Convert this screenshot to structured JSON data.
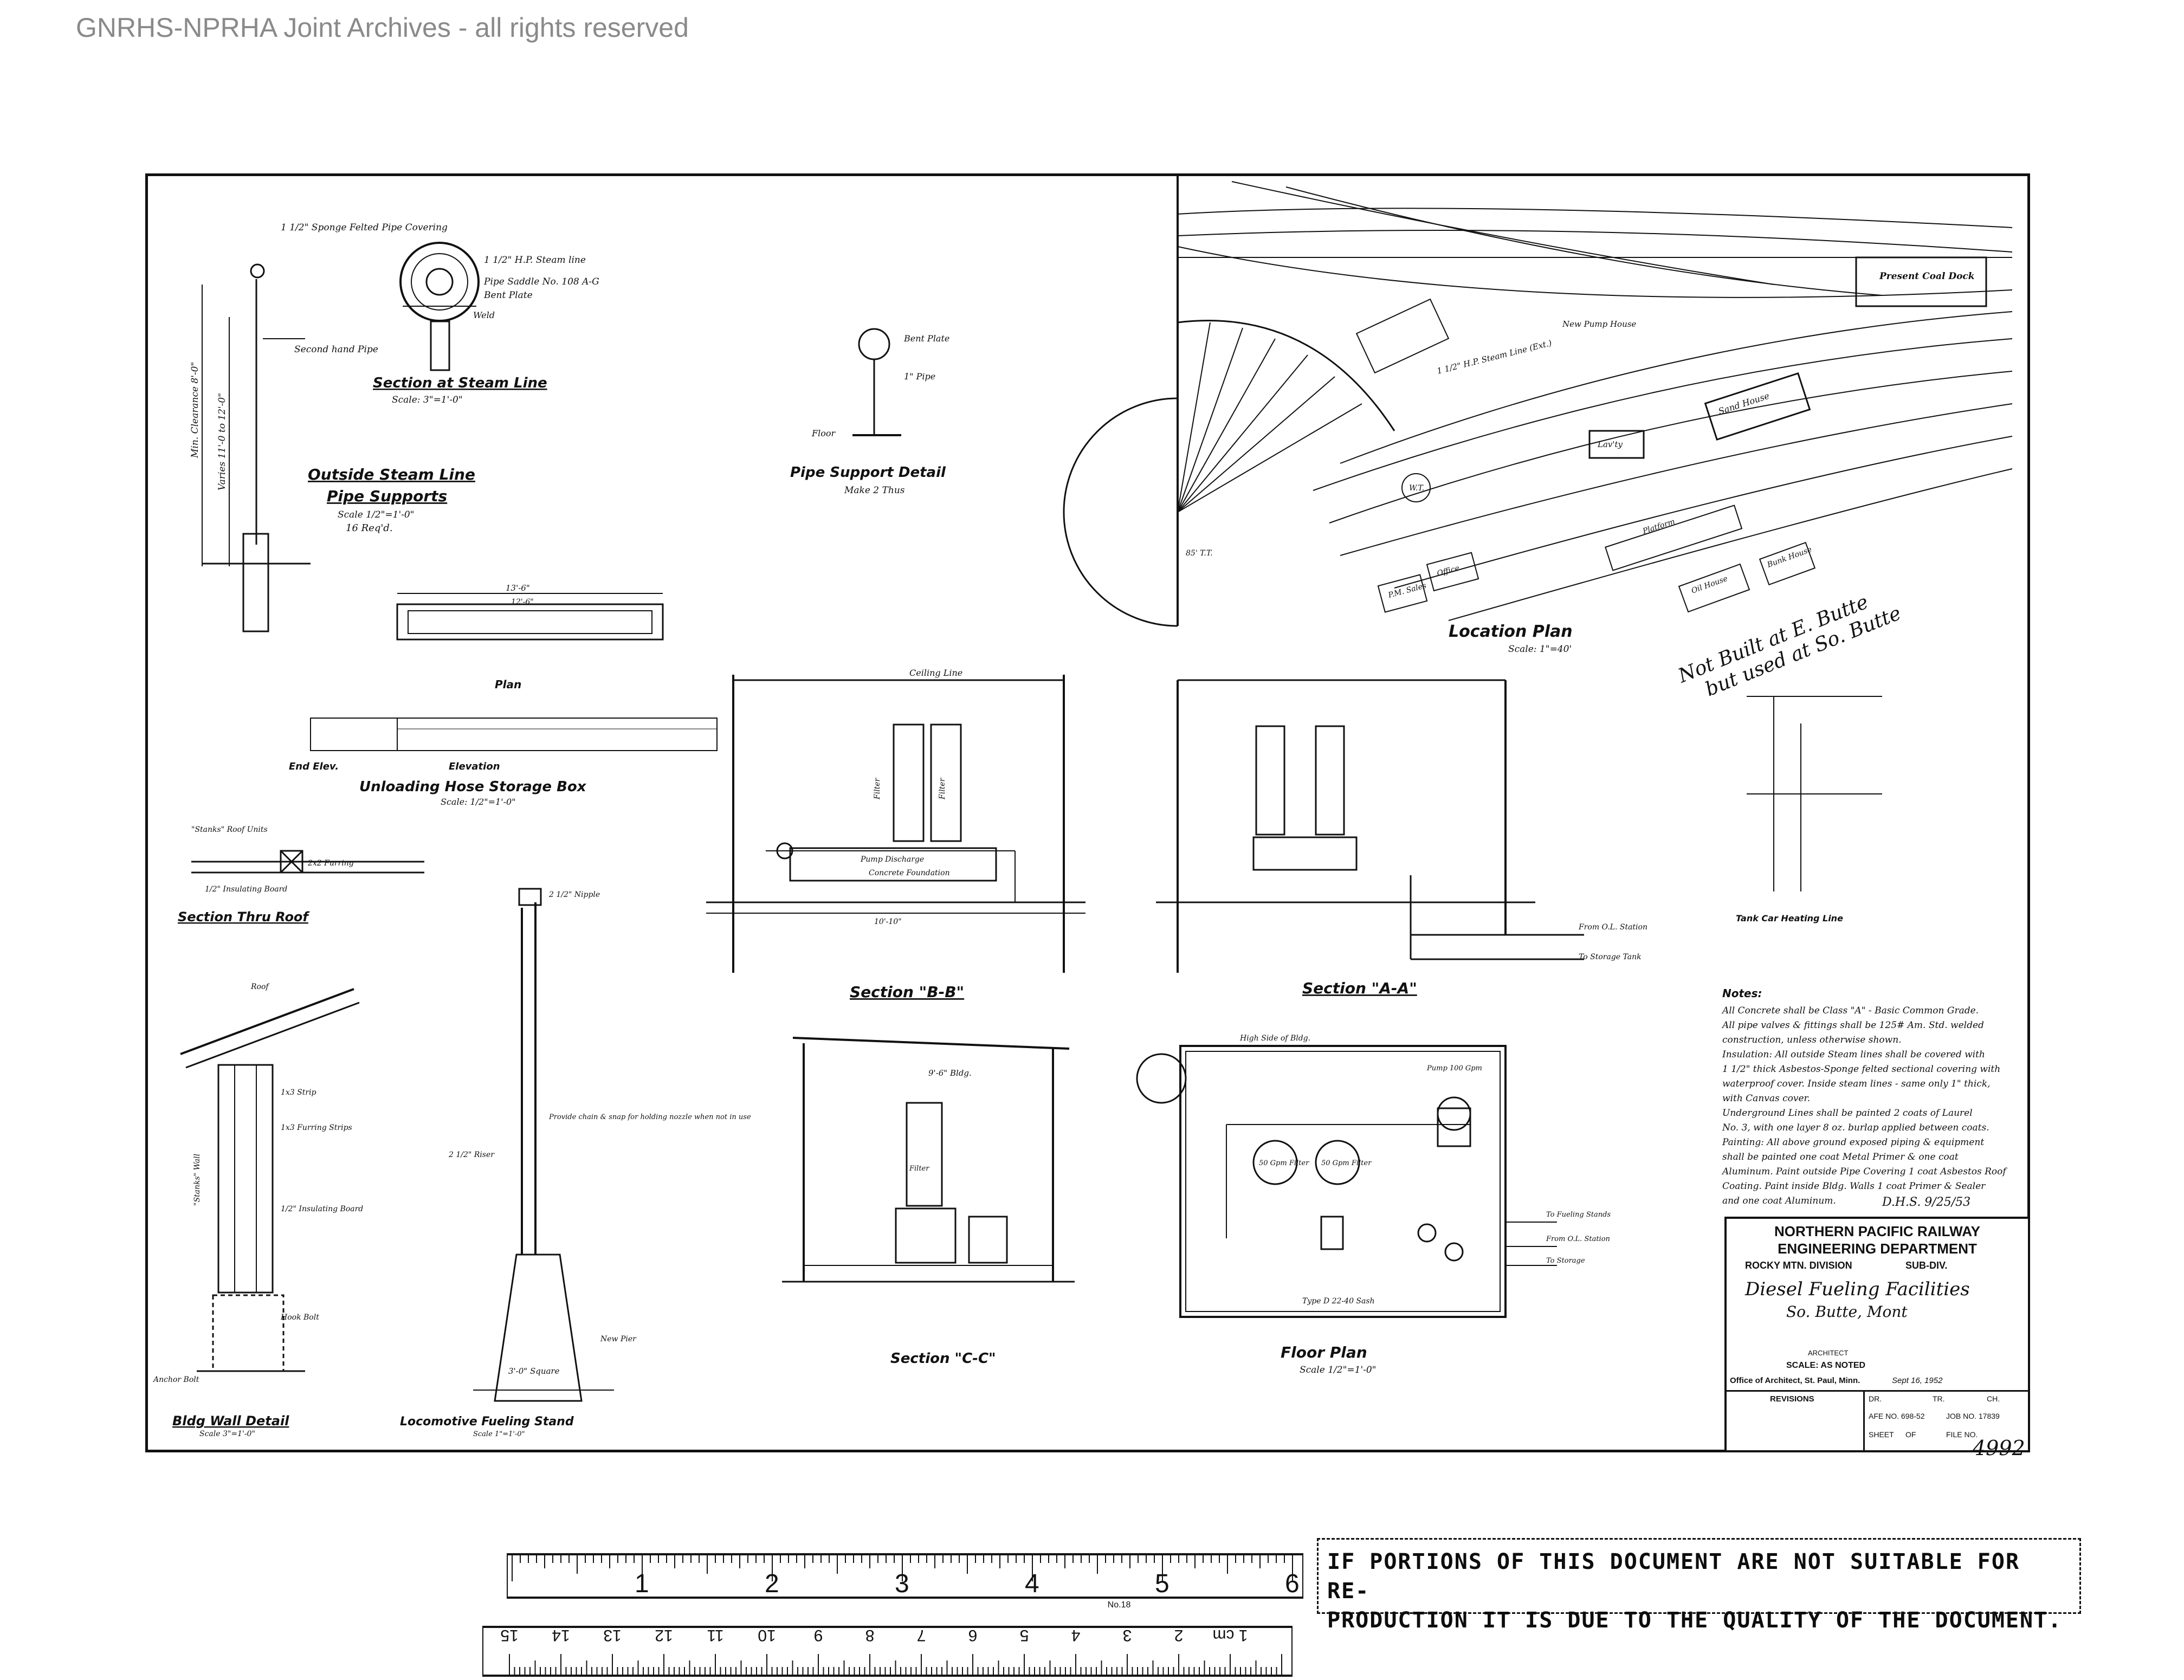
{
  "watermark": "GNRHS-NPRHA Joint Archives - all rights reserved",
  "views": {
    "steam_line": {
      "title": "Outside Steam Line",
      "subtitle": "Pipe Supports",
      "scale": "Scale 1/2\"=1'-0\"",
      "qty": "16 Req'd.",
      "section_title": "Section at Steam Line",
      "section_scale": "Scale: 3\"=1'-0\"",
      "note_covering": "1 1/2\" Sponge Felted Pipe Covering",
      "note_pipe": "1 1/2\" H.P. Steam line",
      "note_saddle": "Pipe Saddle No. 108 A-G",
      "note_bent": "Bent Plate",
      "note_weld": "Weld",
      "note_secondhand": "Second hand Pipe",
      "note_clearance": "Min. Clearance 8'-0\"",
      "note_varies": "Varies 11'-0 to 12'-0\""
    },
    "pipe_support": {
      "title": "Pipe Support Detail",
      "qty": "Make 2 Thus",
      "note_plate": "Bent Plate",
      "note_pipe": "1\" Pipe",
      "note_floor": "Floor"
    },
    "location_plan": {
      "title": "Location Plan",
      "scale": "Scale: 1\"=40'",
      "coal_dock": "Present Coal Dock",
      "sand_house": "Sand House",
      "office": "Office",
      "platform": "Platform",
      "oil_house": "Oil House",
      "bunk_house": "Bunk House",
      "pm_sales": "P.M. Sales",
      "lavatory": "Lav'ty",
      "wt": "W.T.",
      "steam_line": "1 1/2\" H.P. Steam Line (Ext.)",
      "pump_house": "New Pump House",
      "turntable": "85' T.T.",
      "handwritten_note_1": "Not Built at E. Butte",
      "handwritten_note_2": "but used at So. Butte"
    },
    "hose_box": {
      "title": "Unloading Hose Storage Box",
      "scale": "Scale: 1/2\"=1'-0\"",
      "plan_label": "Plan",
      "end_elev": "End Elev.",
      "elev": "Elevation",
      "dim_len": "13'-6\"",
      "dim_inner": "12'-6\""
    },
    "roof": {
      "title": "Section Thru Roof",
      "note_1": "\"Stanks\" Roof Units",
      "note_2": "2x2 Furring",
      "note_3": "1/2\" Insulating Board"
    },
    "section_bb": {
      "title": "Section \"B-B\"",
      "ceiling": "Ceiling Line",
      "filter_1": "Filter",
      "filter_2": "Filter",
      "foundation": "Concrete Foundation",
      "pump_discharge": "Pump Discharge",
      "dim": "10'-10\""
    },
    "section_aa": {
      "title": "Section \"A-A\"",
      "to_storage": "To Storage Tank",
      "from_station": "From O.L. Station"
    },
    "section_cc": {
      "title": "Section \"C-C\"",
      "bldg": "9'-6\" Bldg.",
      "filter": "Filter"
    },
    "floor_plan": {
      "title": "Floor Plan",
      "scale": "Scale 1/2\"=1'-0\"",
      "high_side": "High Side of Bldg.",
      "filter_a": "50 Gpm Filter",
      "filter_b": "50 Gpm Filter",
      "pump": "Pump 100 Gpm",
      "to_station": "To Fueling Stands",
      "from_station": "From O.L. Station",
      "to_storage": "To Storage",
      "sash": "Type D 22-40 Sash"
    },
    "wall_detail": {
      "title": "Bldg Wall Detail",
      "scale": "Scale 3\"=1'-0\"",
      "note_roof": "Roof",
      "note_strip": "1x3 Strip",
      "note_furring": "1x3 Furring Strips",
      "note_board": "1/2\" Insulating Board",
      "note_wall": "\"Stanks\" Wall",
      "note_bolts": "Hook Bolt",
      "note_anchor": "Anchor Bolt"
    },
    "fueling_stand": {
      "title": "Locomotive Fueling Stand",
      "scale": "Scale 1\"=1'-0\"",
      "nipple": "2 1/2\" Nipple",
      "riser": "2 1/2\" Riser",
      "base": "3'-0\" Square",
      "note_chain": "Provide chain & snap for holding nozzle when not in use",
      "new_pier": "New Pier"
    },
    "heating_line": {
      "title": "Tank Car Heating Line"
    },
    "notes": {
      "heading": "Notes:",
      "lines": [
        "All Concrete shall be Class \"A\" - Basic Common Grade.",
        "All pipe valves & fittings shall be 125# Am. Std. welded",
        "construction, unless otherwise shown.",
        "Insulation: All outside Steam lines shall be covered with",
        "1 1/2\" thick Asbestos-Sponge felted sectional covering with",
        "waterproof cover. Inside steam lines - same only 1\" thick,",
        "with Canvas cover.",
        "Underground Lines shall be painted 2 coats of Laurel",
        "No. 3, with one layer 8 oz. burlap applied between coats.",
        "Painting: All above ground exposed piping & equipment",
        "shall be painted one coat Metal Primer & one coat",
        "Aluminum. Paint outside Pipe Covering 1 coat Asbestos Roof",
        "Coating. Paint inside Bldg. Walls 1 coat Primer & Sealer",
        "and one coat Aluminum."
      ],
      "initials": "D.H.S. 9/25/53"
    }
  },
  "title_block": {
    "railway": "NORTHERN PACIFIC RAILWAY",
    "department": "ENGINEERING DEPARTMENT",
    "division": "ROCKY MTN. DIVISION",
    "subdiv": "SUB-DIV.",
    "drawing_title": "Diesel Fueling Facilities",
    "location": "So. Butte, Mont",
    "architect_label": "ARCHITECT",
    "scale": "SCALE: AS NOTED",
    "office": "Office of Architect, St. Paul, Minn.",
    "date": "Sept 16, 1952",
    "revisions": "REVISIONS",
    "dr": "DR.",
    "tr": "TR.",
    "ch": "CH.",
    "afe": "AFE NO. 698-52",
    "job": "JOB NO. 17839",
    "sheet": "SHEET",
    "of": "OF",
    "file": "FILE NO."
  },
  "sheet_number": "4992",
  "stamp": {
    "line_1": "IF PORTIONS OF THIS DOCUMENT ARE NOT SUITABLE FOR RE-",
    "line_2": "PRODUCTION IT IS DUE TO THE QUALITY OF THE DOCUMENT."
  },
  "ruler_inch": {
    "labels": [
      "1",
      "2",
      "3",
      "4",
      "5",
      "6"
    ],
    "caption": "No.18"
  },
  "ruler_cm": {
    "labels": [
      "1 cm",
      "2",
      "3",
      "4",
      "5",
      "6",
      "7",
      "8",
      "9",
      "10",
      "11",
      "12",
      "13",
      "14",
      "15"
    ]
  }
}
